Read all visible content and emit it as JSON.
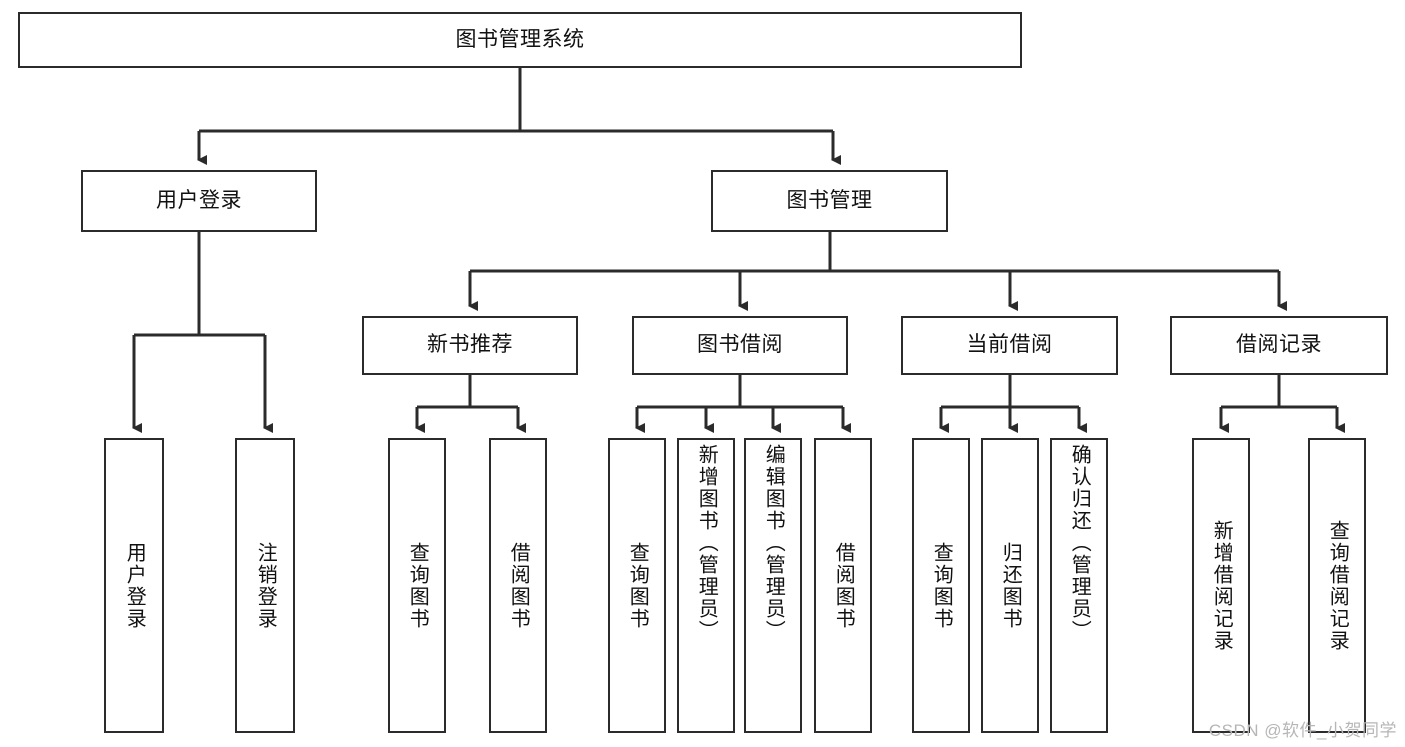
{
  "diagram": {
    "type": "tree",
    "title": "图书管理系统",
    "orientation": "top-down",
    "colors": {
      "box_border": "#2b2b2b",
      "box_fill": "#ffffff",
      "edge": "#2b2b2b",
      "text": "#111111",
      "watermark": "#b6b6b6"
    },
    "watermark": "CSDN @软件_小贺同学",
    "root": {
      "label": "图书管理系统"
    },
    "level2": [
      {
        "id": "user-login",
        "label": "用户登录"
      },
      {
        "id": "book-manage",
        "label": "图书管理"
      }
    ],
    "level3": [
      {
        "id": "new-book-recommend",
        "label": "新书推荐"
      },
      {
        "id": "book-borrow",
        "label": "图书借阅"
      },
      {
        "id": "current-borrow",
        "label": "当前借阅"
      },
      {
        "id": "borrow-record",
        "label": "借阅记录"
      }
    ],
    "leaves": {
      "user_login": [
        {
          "id": "leaf-user-login",
          "label": "用户登录"
        },
        {
          "id": "leaf-logout-login",
          "label": "注销登录"
        }
      ],
      "new_book_recommend": [
        {
          "id": "leaf-query-book-1",
          "label": "查询图书"
        },
        {
          "id": "leaf-borrow-book-1",
          "label": "借阅图书"
        }
      ],
      "book_borrow": [
        {
          "id": "leaf-query-book-2",
          "label": "查询图书"
        },
        {
          "id": "leaf-add-book",
          "label": "新增图书（管理员）"
        },
        {
          "id": "leaf-edit-book",
          "label": "编辑图书（管理员）"
        },
        {
          "id": "leaf-borrow-book-2",
          "label": "借阅图书"
        }
      ],
      "current_borrow": [
        {
          "id": "leaf-query-book-3",
          "label": "查询图书"
        },
        {
          "id": "leaf-return-book",
          "label": "归还图书"
        },
        {
          "id": "leaf-confirm-return",
          "label": "确认归还（管理员）"
        }
      ],
      "borrow_record": [
        {
          "id": "leaf-add-record",
          "label": "新增借阅记录"
        },
        {
          "id": "leaf-query-record",
          "label": "查询借阅记录"
        }
      ]
    }
  }
}
